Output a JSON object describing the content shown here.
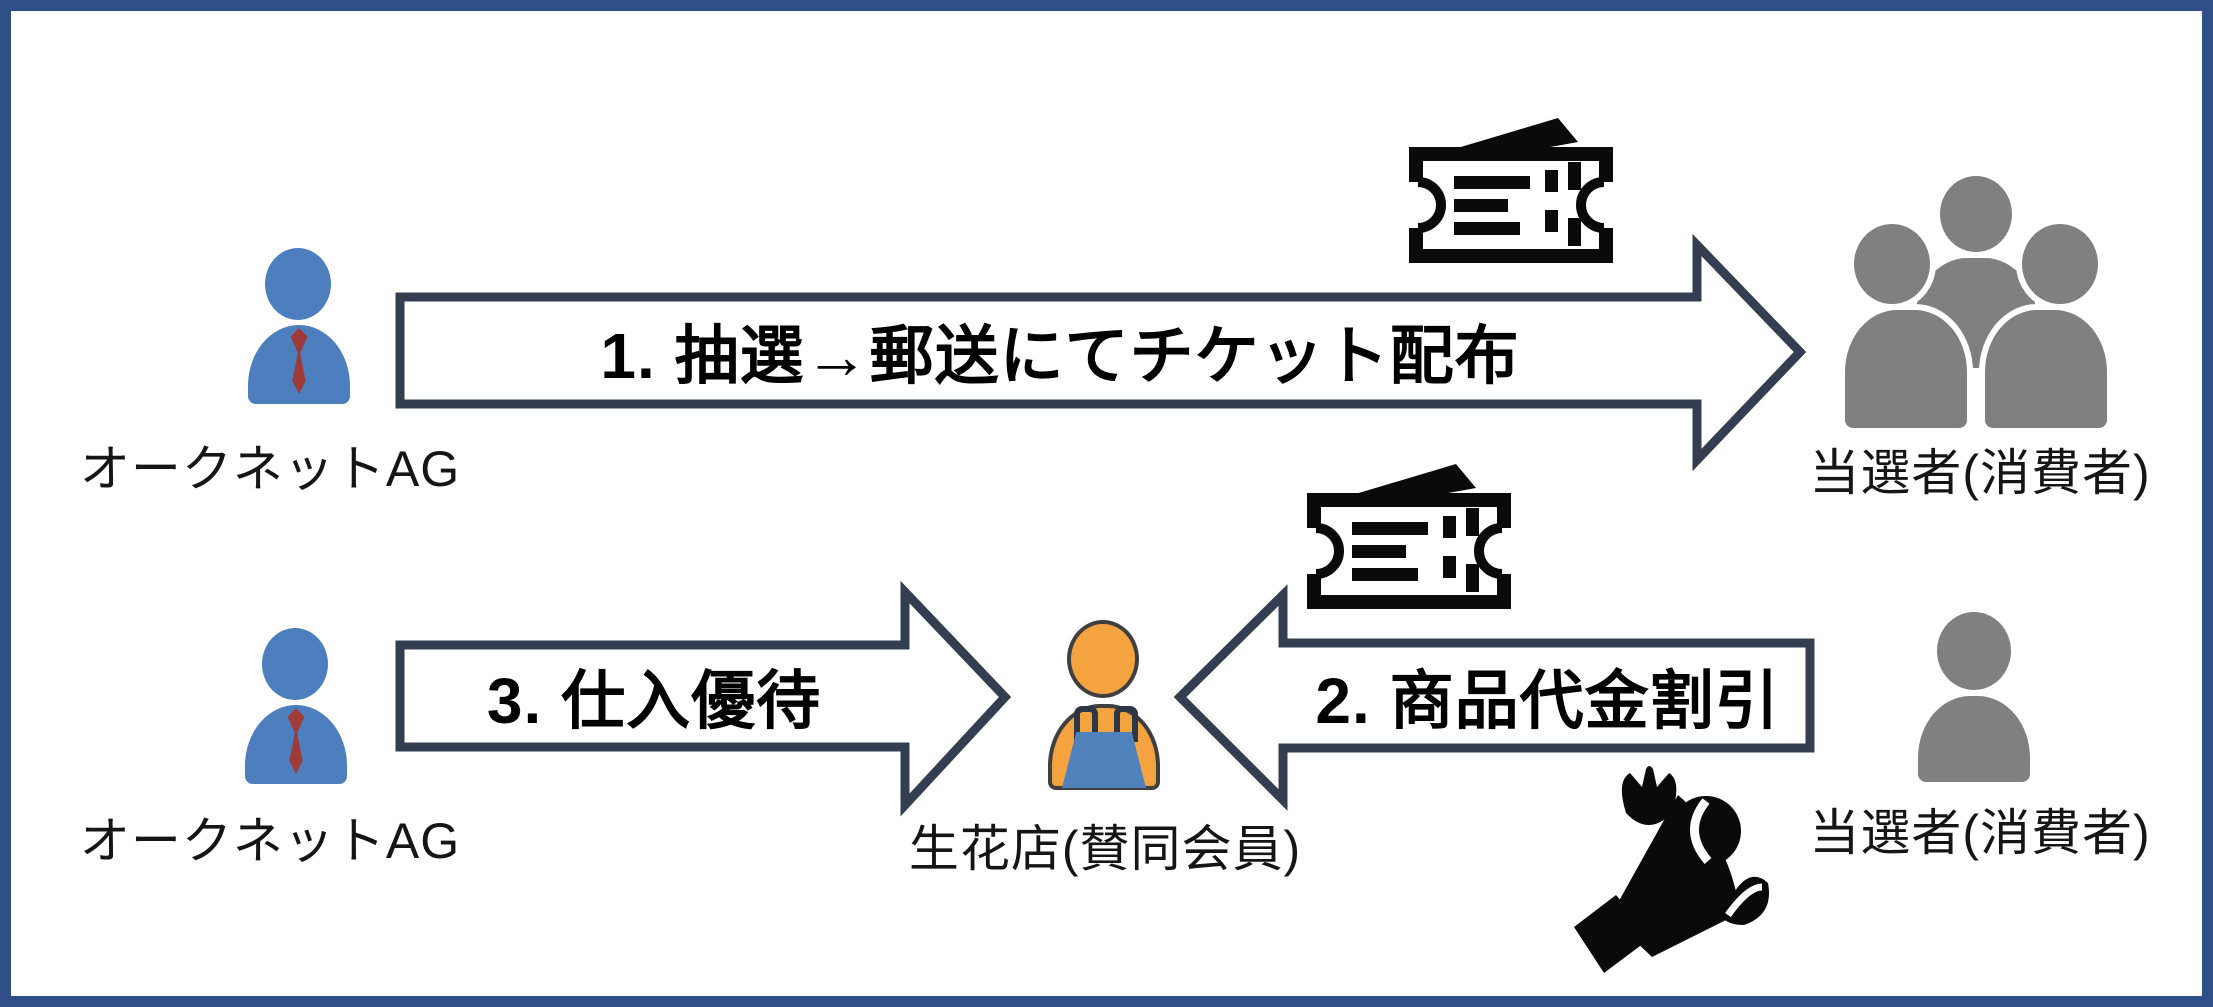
{
  "entities": {
    "aucnet_top": {
      "label": "オークネットAG"
    },
    "winners_group": {
      "label": "当選者(消費者)"
    },
    "aucnet_bottom": {
      "label": "オークネットAG"
    },
    "florist": {
      "label": "生花店(賛同会員)"
    },
    "winner_single": {
      "label": "当選者(消費者)"
    }
  },
  "arrows": [
    {
      "label": "1. 抽選→郵送にてチケット配布",
      "direction": "right"
    },
    {
      "label": "2. 商品代金割引",
      "direction": "left"
    },
    {
      "label": "3. 仕入優待",
      "direction": "right"
    }
  ],
  "icons": {
    "ticket_top": "ticket-icon",
    "ticket_middle": "ticket-icon",
    "bouquet": "bouquet-icon"
  },
  "colors": {
    "frame": "#2e4e87",
    "arrowline": "#333f50",
    "arrowfill": "#ffffff",
    "pblue": "#4d7ebe",
    "tie": "#9e3b38",
    "pgray": "#808080",
    "porange": "#f4a340",
    "outline": "#3f3f3f",
    "apron": "#4f81bd",
    "ink": "#0a0a0a",
    "text": "#000000"
  }
}
